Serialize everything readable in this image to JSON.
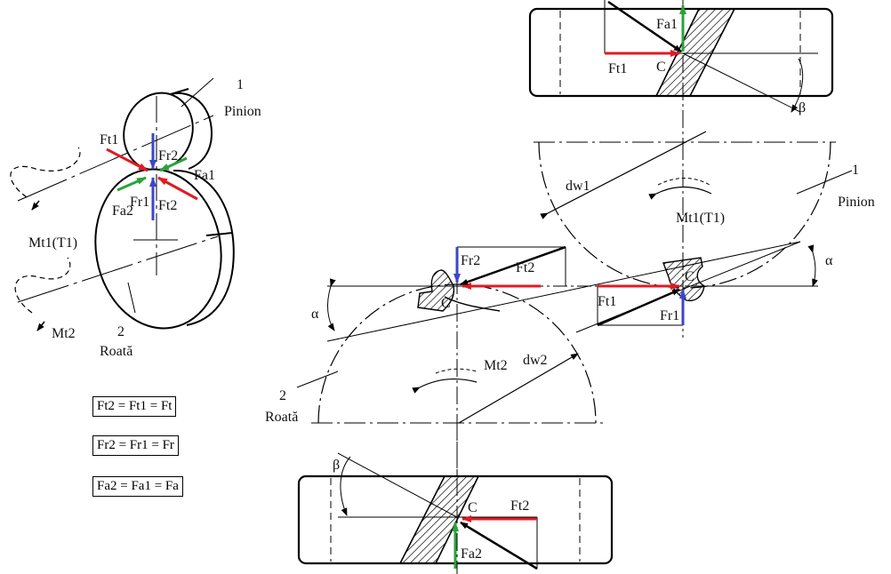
{
  "labels": {
    "num1": "1",
    "pinion": "Pinion",
    "num2": "2",
    "roata": "Roată",
    "ft1_left": "Ft1",
    "fr2_left": "Fr2",
    "fa1_left": "Fa1",
    "fa2_left": "Fa2",
    "fr1_left": "Fr1",
    "ft2_left": "Ft2",
    "mt1_left": "Mt1(T1)",
    "mt2_left": "Mt2",
    "fa1_top": "Fa1",
    "ft1_top": "Ft1",
    "c_top": "C",
    "beta_top": "β",
    "dw1": "dw1",
    "num1_r": "1",
    "pinion_r": "Pinion",
    "mt1_mid": "Mt1(T1)",
    "alpha_r": "α",
    "ft1_mid": "Ft1",
    "fr1_mid": "Fr1",
    "c_mid_r": "C",
    "fr2_mid": "Fr2",
    "ft2_mid": "Ft2",
    "c_mid_l": "C",
    "alpha_l": "α",
    "mt2_mid": "Mt2",
    "dw2": "dw2",
    "num2_l": "2",
    "roata_l": "Roată",
    "beta_bot": "β",
    "c_bot": "C",
    "ft2_bot": "Ft2",
    "fa2_bot": "Fa2"
  },
  "equations": {
    "eq1": "Ft2 = Ft1 = Ft",
    "eq2": "Fr2 = Fr1 = Fr",
    "eq3": "Fa2 = Fa1 = Fa"
  },
  "colors": {
    "tangential": "#e01b24",
    "radial": "#3c46c8",
    "axial": "#2aa33a",
    "ink": "#000000"
  }
}
